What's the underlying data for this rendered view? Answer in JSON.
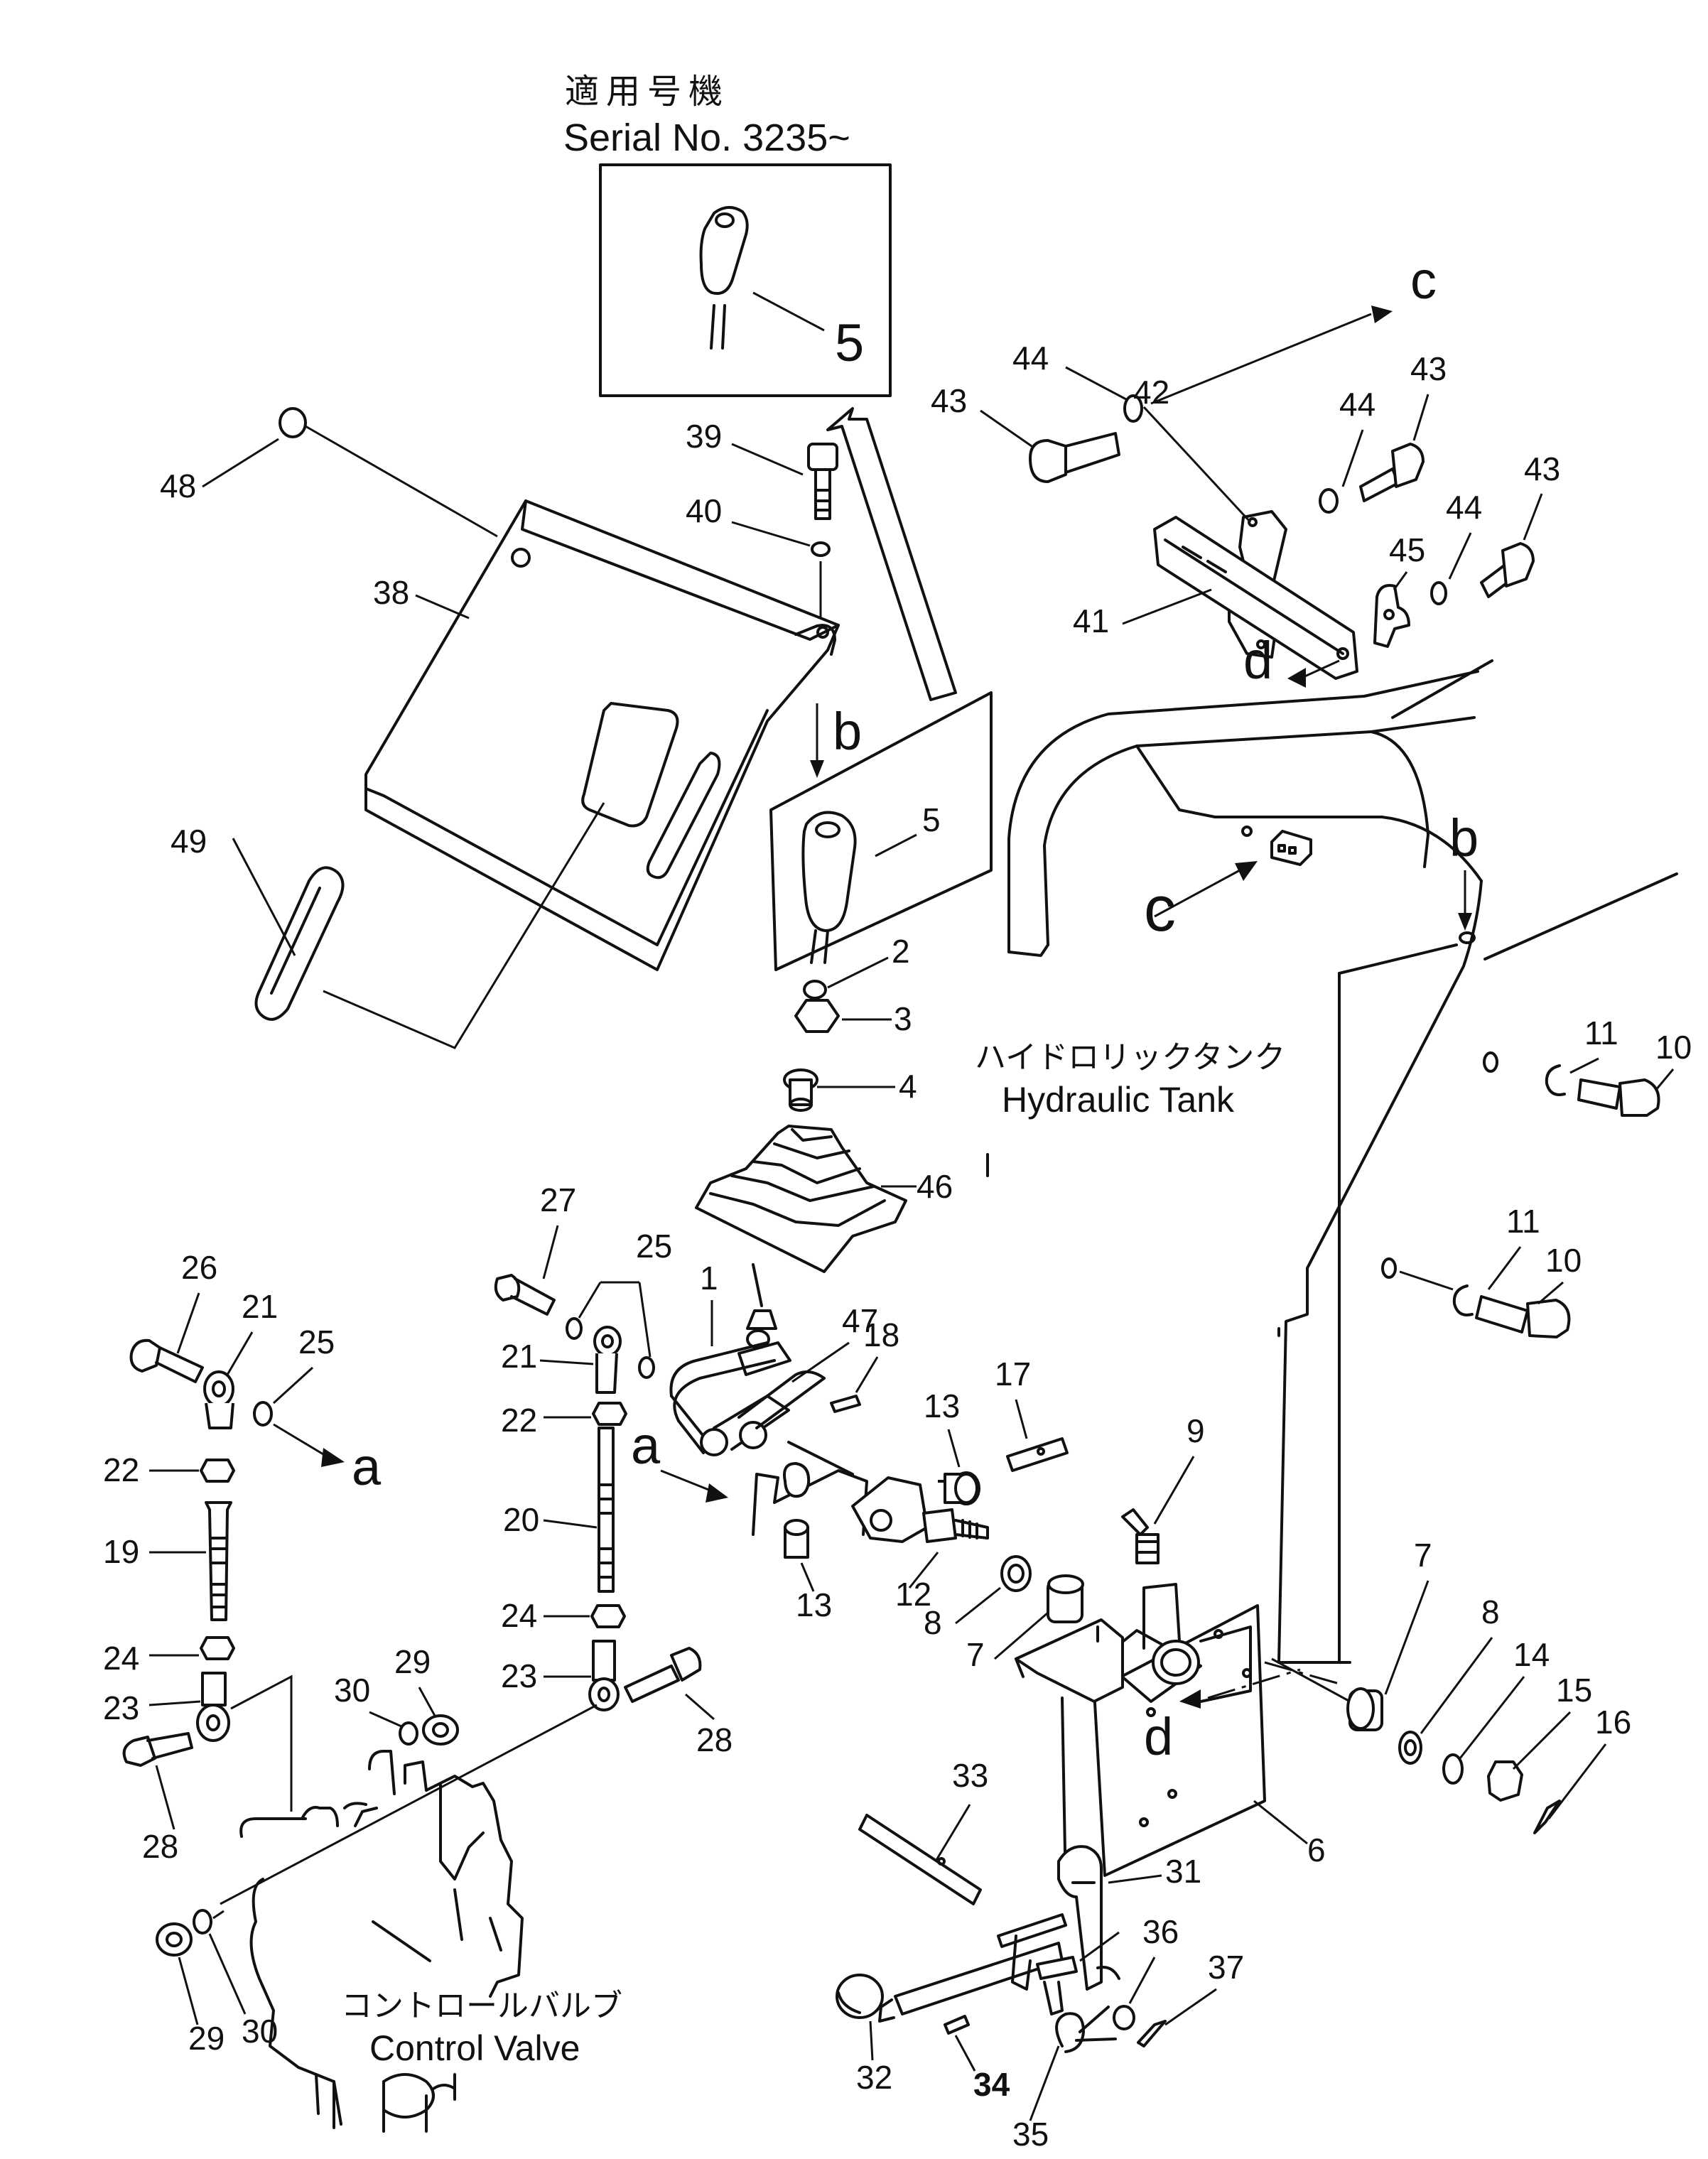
{
  "header": {
    "applicable_label": "適用号機",
    "serial": "Serial No. 3235~"
  },
  "labels": {
    "hydraulic_tank_jp": "ハイドロリックタンク",
    "hydraulic_tank_en": "Hydraulic Tank",
    "control_valve_jp": "コントロールバルブ",
    "control_valve_en": "Control Valve"
  },
  "letters": {
    "a": "a",
    "b": "b",
    "c": "c",
    "d": "d"
  },
  "callouts": {
    "p1": "1",
    "p2": "2",
    "p3": "3",
    "p4": "4",
    "p5": "5",
    "p5_inset": "5",
    "p6": "6",
    "p7a": "7",
    "p7b": "7",
    "p8a": "8",
    "p8b": "8",
    "p9": "9",
    "p10a": "10",
    "p10b": "10",
    "p11a": "11",
    "p11b": "11",
    "p12": "12",
    "p13a": "13",
    "p13b": "13",
    "p14": "14",
    "p15": "15",
    "p16": "16",
    "p17": "17",
    "p18": "18",
    "p19": "19",
    "p20": "20",
    "p21a": "21",
    "p21b": "21",
    "p22a": "22",
    "p22b": "22",
    "p23a": "23",
    "p23b": "23",
    "p24a": "24",
    "p24b": "24",
    "p25a": "25",
    "p25b": "25",
    "p26": "26",
    "p27": "27",
    "p28a": "28",
    "p28b": "28",
    "p29a": "29",
    "p29b": "29",
    "p30a": "30",
    "p30b": "30",
    "p31": "31",
    "p32": "32",
    "p33": "33",
    "p34": "34",
    "p35": "35",
    "p36": "36",
    "p37": "37",
    "p38": "38",
    "p39": "39",
    "p40": "40",
    "p41": "41",
    "p42": "42",
    "p43a": "43",
    "p43b": "43",
    "p43c": "43",
    "p44a": "44",
    "p44b": "44",
    "p44c": "44",
    "p45": "45",
    "p46": "46",
    "p47": "47",
    "p48": "48",
    "p49": "49"
  }
}
